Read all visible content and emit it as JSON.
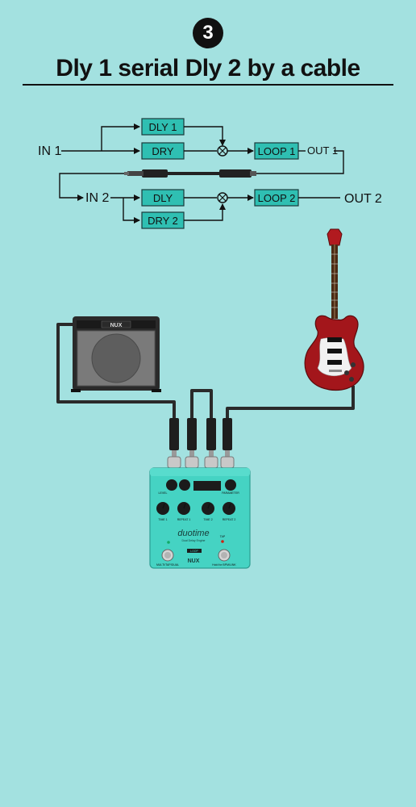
{
  "header": {
    "step_number": "3",
    "title": "Dly 1 serial Dly 2 by a cable"
  },
  "diagram": {
    "in1": "IN 1",
    "dly1": "DLY 1",
    "dry": "DRY",
    "loop1": "LOOP 1",
    "out1": "OUT 1",
    "in2": "IN 2",
    "dly": "DLY",
    "dry2": "DRY 2",
    "loop2": "LOOP 2",
    "out2": "OUT 2"
  },
  "amp": {
    "brand": "NUX"
  },
  "pedal": {
    "brand": "NUX",
    "model": "duotime",
    "subtitle": "Dual Delay Engine",
    "knob_labels": [
      "LEVEL",
      "PARAMETER",
      "TIME 1",
      "REPEAT 1",
      "TIME 2",
      "REPEAT 2"
    ],
    "footswitch_labels": [
      "MULTI/TAP/DUAL",
      "Hold for BPM/LINK"
    ],
    "loop_label": "LOOP",
    "tap_label": "TAP"
  },
  "colors": {
    "background": "#a3e1e0",
    "block": "#2fbfb2",
    "pedal": "#45d3c3",
    "guitar": "#a3161b"
  }
}
